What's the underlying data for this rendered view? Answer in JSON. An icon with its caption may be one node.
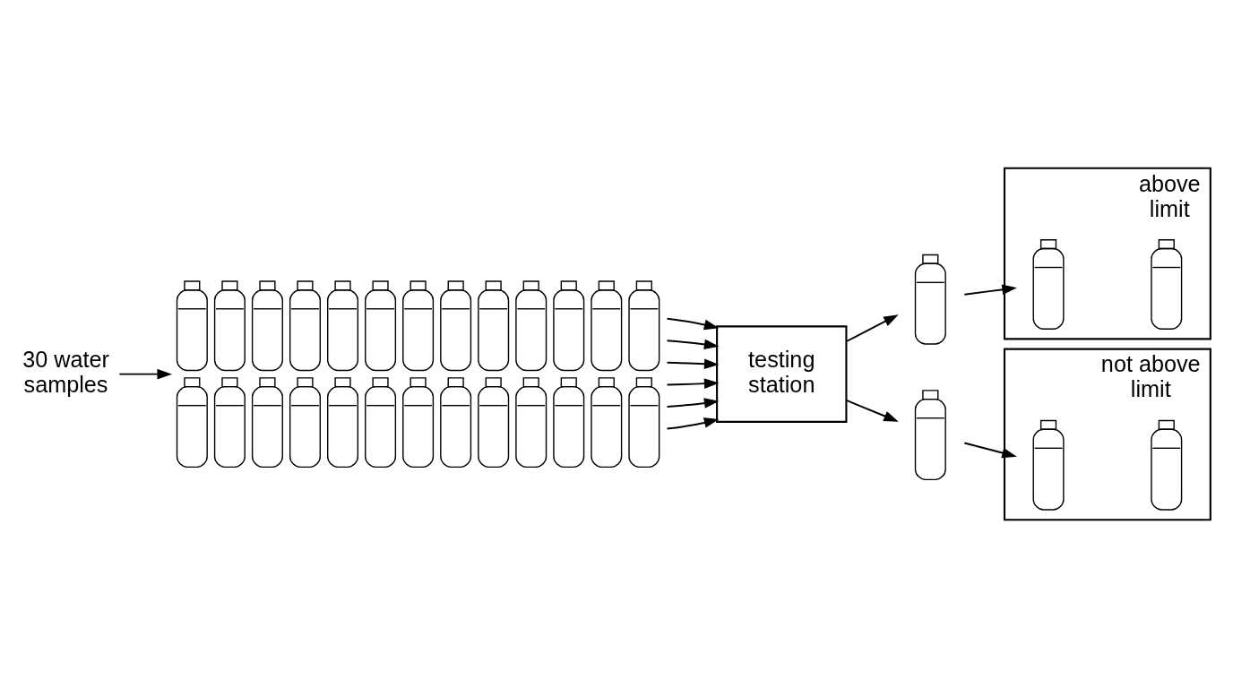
{
  "diagram": {
    "nodes": [
      {
        "text": [
          "30 water samples"
        ]
      },
      {
        "text": [],
        "shape": "picture"
      },
      {
        "text": [
          "testing station"
        ]
      },
      {
        "text": [],
        "shape": "bottle"
      },
      {
        "text": [],
        "shape": "bottle"
      },
      {
        "text": [
          "above limit"
        ]
      },
      {
        "text": [],
        "shape": "bottle",
        "in": 5
      },
      {
        "text": [],
        "shape": "bottle",
        "in": 5
      },
      {
        "text": [
          "not above limit"
        ]
      },
      {
        "text": [],
        "shape": "bottle",
        "in": 8
      },
      {
        "text": [],
        "shape": "bottle",
        "in": 8
      }
    ],
    "edges": [
      {
        "from": 0,
        "to": 1,
        "arrow": "to"
      },
      {
        "from": 1,
        "to": 2,
        "arrow": "to"
      },
      {
        "from": 1,
        "to": 2,
        "arrow": "to"
      },
      {
        "from": 1,
        "to": 2,
        "arrow": "to"
      },
      {
        "from": 1,
        "to": 2,
        "arrow": "to"
      },
      {
        "from": 1,
        "to": 2,
        "arrow": "to"
      },
      {
        "from": 1,
        "to": 2,
        "arrow": "to"
      },
      {
        "from": 2,
        "to": 3,
        "arrow": "to"
      },
      {
        "from": 2,
        "to": 4,
        "arrow": "to"
      },
      {
        "from": 3,
        "to": 6,
        "arrow": "to"
      },
      {
        "from": 4,
        "to": 9,
        "arrow": "to"
      }
    ]
  }
}
